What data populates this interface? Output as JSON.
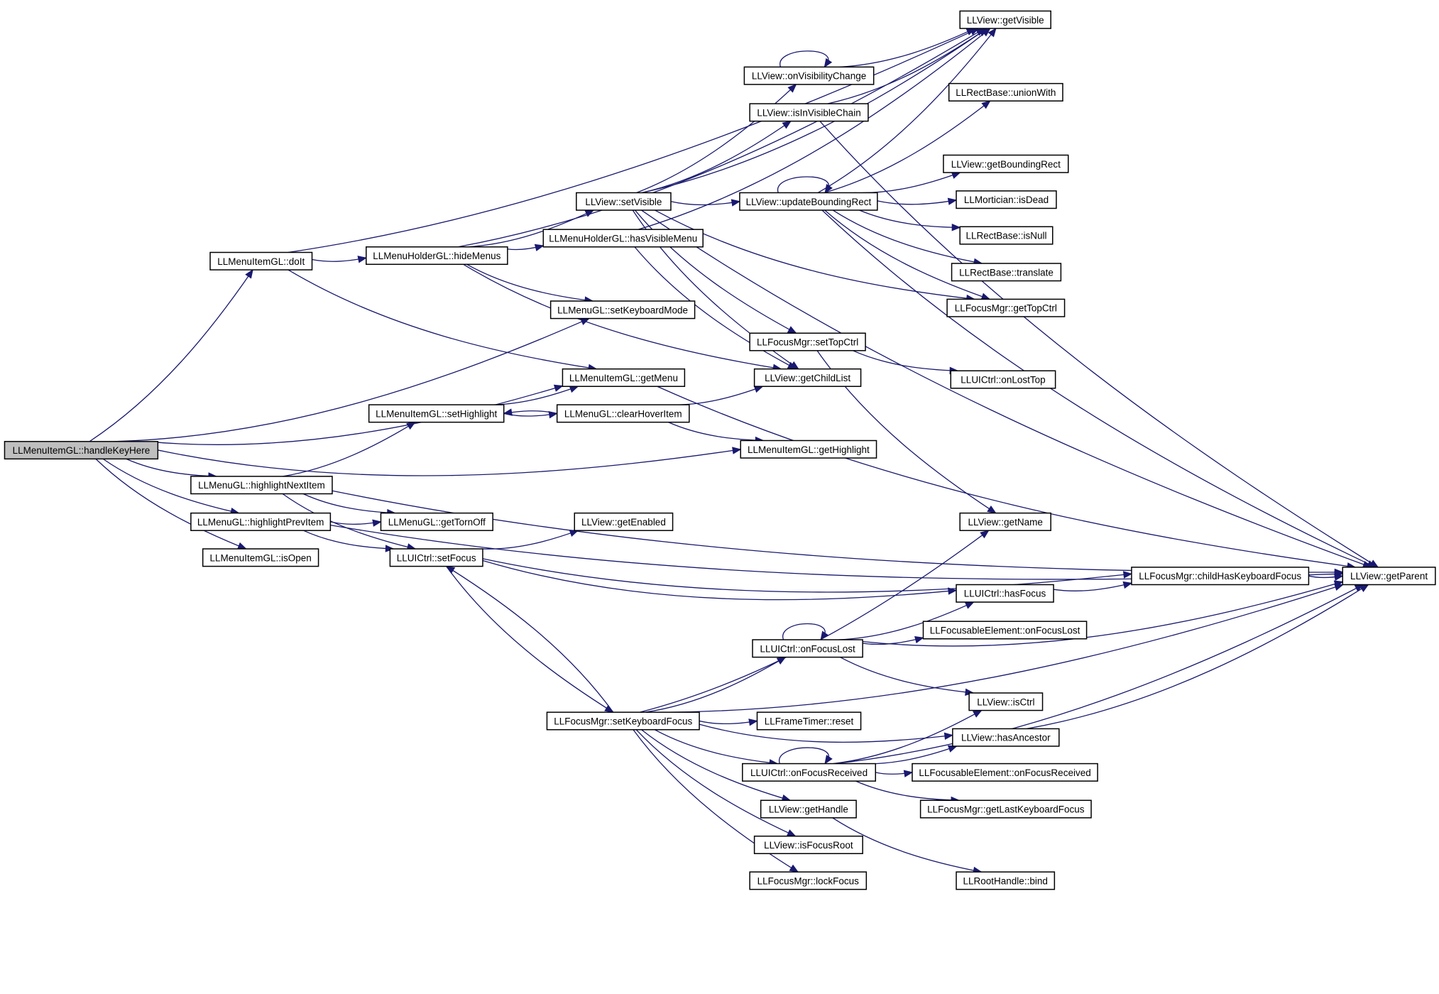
{
  "graph": {
    "title": "",
    "nodes": [
      {
        "id": "handleKeyHere",
        "label": "LLMenuItemGL::handleKeyHere",
        "root": true
      },
      {
        "id": "doIt",
        "label": "LLMenuItemGL::doIt"
      },
      {
        "id": "highlightNextItem",
        "label": "LLMenuGL::highlightNextItem"
      },
      {
        "id": "highlightPrevItem",
        "label": "LLMenuGL::highlightPrevItem"
      },
      {
        "id": "isOpen",
        "label": "LLMenuItemGL::isOpen"
      },
      {
        "id": "hideMenus",
        "label": "LLMenuHolderGL::hideMenus"
      },
      {
        "id": "setHighlight",
        "label": "LLMenuItemGL::setHighlight"
      },
      {
        "id": "getTornOff",
        "label": "LLMenuGL::getTornOff"
      },
      {
        "id": "setFocus",
        "label": "LLUICtrl::setFocus"
      },
      {
        "id": "setVisible",
        "label": "LLView::setVisible"
      },
      {
        "id": "hasVisibleMenu",
        "label": "LLMenuHolderGL::hasVisibleMenu"
      },
      {
        "id": "setKeyboardMode",
        "label": "LLMenuGL::setKeyboardMode"
      },
      {
        "id": "getMenu",
        "label": "LLMenuItemGL::getMenu"
      },
      {
        "id": "clearHoverItem",
        "label": "LLMenuGL::clearHoverItem"
      },
      {
        "id": "getEnabled",
        "label": "LLView::getEnabled"
      },
      {
        "id": "setKeyboardFocus",
        "label": "LLFocusMgr::setKeyboardFocus"
      },
      {
        "id": "onVisibilityChange",
        "label": "LLView::onVisibilityChange"
      },
      {
        "id": "isInVisibleChain",
        "label": "LLView::isInVisibleChain"
      },
      {
        "id": "updateBoundingRect",
        "label": "LLView::updateBoundingRect"
      },
      {
        "id": "setTopCtrl",
        "label": "LLFocusMgr::setTopCtrl"
      },
      {
        "id": "getChildList",
        "label": "LLView::getChildList"
      },
      {
        "id": "getHighlight",
        "label": "LLMenuItemGL::getHighlight"
      },
      {
        "id": "onFocusLost",
        "label": "LLUICtrl::onFocusLost"
      },
      {
        "id": "frameReset",
        "label": "LLFrameTimer::reset"
      },
      {
        "id": "onFocusReceived",
        "label": "LLUICtrl::onFocusReceived"
      },
      {
        "id": "getHandle",
        "label": "LLView::getHandle"
      },
      {
        "id": "isFocusRoot",
        "label": "LLView::isFocusRoot"
      },
      {
        "id": "lockFocus",
        "label": "LLFocusMgr::lockFocus"
      },
      {
        "id": "getVisible",
        "label": "LLView::getVisible"
      },
      {
        "id": "unionWith",
        "label": "LLRectBase::unionWith"
      },
      {
        "id": "getBoundingRect",
        "label": "LLView::getBoundingRect"
      },
      {
        "id": "isDead",
        "label": "LLMortician::isDead"
      },
      {
        "id": "isNull",
        "label": "LLRectBase::isNull"
      },
      {
        "id": "translate",
        "label": "LLRectBase::translate"
      },
      {
        "id": "getTopCtrl",
        "label": "LLFocusMgr::getTopCtrl"
      },
      {
        "id": "onLostTop",
        "label": "LLUICtrl::onLostTop"
      },
      {
        "id": "getName",
        "label": "LLView::getName"
      },
      {
        "id": "hasFocus",
        "label": "LLUICtrl::hasFocus"
      },
      {
        "id": "onFocusLostElem",
        "label": "LLFocusableElement::onFocusLost"
      },
      {
        "id": "isCtrl",
        "label": "LLView::isCtrl"
      },
      {
        "id": "hasAncestor",
        "label": "LLView::hasAncestor"
      },
      {
        "id": "onFocusReceivedElem",
        "label": "LLFocusableElement::onFocusReceived"
      },
      {
        "id": "getLastKeyboardFocus",
        "label": "LLFocusMgr::getLastKeyboardFocus"
      },
      {
        "id": "bind",
        "label": "LLRootHandle::bind"
      },
      {
        "id": "childHasKeyboardFocus",
        "label": "LLFocusMgr::childHasKeyboardFocus"
      },
      {
        "id": "getParent",
        "label": "LLView::getParent"
      }
    ],
    "edges": [
      {
        "from": "handleKeyHere",
        "to": "doIt"
      },
      {
        "from": "handleKeyHere",
        "to": "setKeyboardMode"
      },
      {
        "from": "handleKeyHere",
        "to": "getMenu"
      },
      {
        "from": "handleKeyHere",
        "to": "getHighlight"
      },
      {
        "from": "handleKeyHere",
        "to": "highlightNextItem"
      },
      {
        "from": "handleKeyHere",
        "to": "highlightPrevItem"
      },
      {
        "from": "handleKeyHere",
        "to": "isOpen"
      },
      {
        "from": "doIt",
        "to": "hideMenus"
      },
      {
        "from": "doIt",
        "to": "getVisible"
      },
      {
        "from": "doIt",
        "to": "getMenu"
      },
      {
        "from": "hideMenus",
        "to": "setVisible"
      },
      {
        "from": "hideMenus",
        "to": "hasVisibleMenu"
      },
      {
        "from": "hideMenus",
        "to": "setKeyboardMode"
      },
      {
        "from": "hideMenus",
        "to": "getVisible"
      },
      {
        "from": "hideMenus",
        "to": "getChildList"
      },
      {
        "from": "setVisible",
        "to": "onVisibilityChange"
      },
      {
        "from": "setVisible",
        "to": "isInVisibleChain"
      },
      {
        "from": "setVisible",
        "to": "updateBoundingRect"
      },
      {
        "from": "setVisible",
        "to": "getVisible"
      },
      {
        "from": "setVisible",
        "to": "setTopCtrl"
      },
      {
        "from": "setVisible",
        "to": "getTopCtrl"
      },
      {
        "from": "setVisible",
        "to": "getChildList"
      },
      {
        "from": "setVisible",
        "to": "getParent"
      },
      {
        "from": "onVisibilityChange",
        "to": "onVisibilityChange"
      },
      {
        "from": "onVisibilityChange",
        "to": "getVisible"
      },
      {
        "from": "isInVisibleChain",
        "to": "getVisible"
      },
      {
        "from": "isInVisibleChain",
        "to": "getParent"
      },
      {
        "from": "hasVisibleMenu",
        "to": "getVisible"
      },
      {
        "from": "hasVisibleMenu",
        "to": "getChildList"
      },
      {
        "from": "updateBoundingRect",
        "to": "updateBoundingRect"
      },
      {
        "from": "updateBoundingRect",
        "to": "getVisible"
      },
      {
        "from": "updateBoundingRect",
        "to": "unionWith"
      },
      {
        "from": "updateBoundingRect",
        "to": "getBoundingRect"
      },
      {
        "from": "updateBoundingRect",
        "to": "isDead"
      },
      {
        "from": "updateBoundingRect",
        "to": "isNull"
      },
      {
        "from": "updateBoundingRect",
        "to": "translate"
      },
      {
        "from": "updateBoundingRect",
        "to": "getTopCtrl"
      },
      {
        "from": "updateBoundingRect",
        "to": "getParent"
      },
      {
        "from": "setTopCtrl",
        "to": "onLostTop"
      },
      {
        "from": "setTopCtrl",
        "to": "getName"
      },
      {
        "from": "getMenu",
        "to": "getParent"
      },
      {
        "from": "highlightNextItem",
        "to": "setHighlight"
      },
      {
        "from": "highlightNextItem",
        "to": "getTornOff"
      },
      {
        "from": "highlightNextItem",
        "to": "setFocus"
      },
      {
        "from": "highlightNextItem",
        "to": "getParent"
      },
      {
        "from": "highlightPrevItem",
        "to": "getTornOff"
      },
      {
        "from": "highlightPrevItem",
        "to": "setFocus"
      },
      {
        "from": "highlightPrevItem",
        "to": "getParent"
      },
      {
        "from": "setHighlight",
        "to": "getMenu"
      },
      {
        "from": "setHighlight",
        "to": "clearHoverItem"
      },
      {
        "from": "clearHoverItem",
        "to": "setHighlight"
      },
      {
        "from": "clearHoverItem",
        "to": "getChildList"
      },
      {
        "from": "clearHoverItem",
        "to": "getHighlight"
      },
      {
        "from": "setFocus",
        "to": "getEnabled"
      },
      {
        "from": "setFocus",
        "to": "childHasKeyboardFocus"
      },
      {
        "from": "setFocus",
        "to": "hasFocus"
      },
      {
        "from": "setFocus",
        "to": "setKeyboardFocus"
      },
      {
        "from": "setKeyboardFocus",
        "to": "setFocus"
      },
      {
        "from": "setKeyboardFocus",
        "to": "getName"
      },
      {
        "from": "setKeyboardFocus",
        "to": "onFocusLost"
      },
      {
        "from": "setKeyboardFocus",
        "to": "frameReset"
      },
      {
        "from": "setKeyboardFocus",
        "to": "hasAncestor"
      },
      {
        "from": "setKeyboardFocus",
        "to": "onFocusReceived"
      },
      {
        "from": "setKeyboardFocus",
        "to": "getHandle"
      },
      {
        "from": "setKeyboardFocus",
        "to": "isFocusRoot"
      },
      {
        "from": "setKeyboardFocus",
        "to": "lockFocus"
      },
      {
        "from": "setKeyboardFocus",
        "to": "getParent"
      },
      {
        "from": "hasFocus",
        "to": "childHasKeyboardFocus"
      },
      {
        "from": "childHasKeyboardFocus",
        "to": "getParent"
      },
      {
        "from": "onFocusLost",
        "to": "onFocusLost"
      },
      {
        "from": "onFocusLost",
        "to": "hasFocus"
      },
      {
        "from": "onFocusLost",
        "to": "onFocusLostElem"
      },
      {
        "from": "onFocusLost",
        "to": "isCtrl"
      },
      {
        "from": "onFocusLost",
        "to": "getParent"
      },
      {
        "from": "onFocusReceived",
        "to": "onFocusReceived"
      },
      {
        "from": "onFocusReceived",
        "to": "isCtrl"
      },
      {
        "from": "onFocusReceived",
        "to": "hasAncestor"
      },
      {
        "from": "onFocusReceived",
        "to": "onFocusReceivedElem"
      },
      {
        "from": "onFocusReceived",
        "to": "getLastKeyboardFocus"
      },
      {
        "from": "onFocusReceived",
        "to": "getParent"
      },
      {
        "from": "hasAncestor",
        "to": "getParent"
      },
      {
        "from": "getHandle",
        "to": "bind"
      }
    ]
  }
}
